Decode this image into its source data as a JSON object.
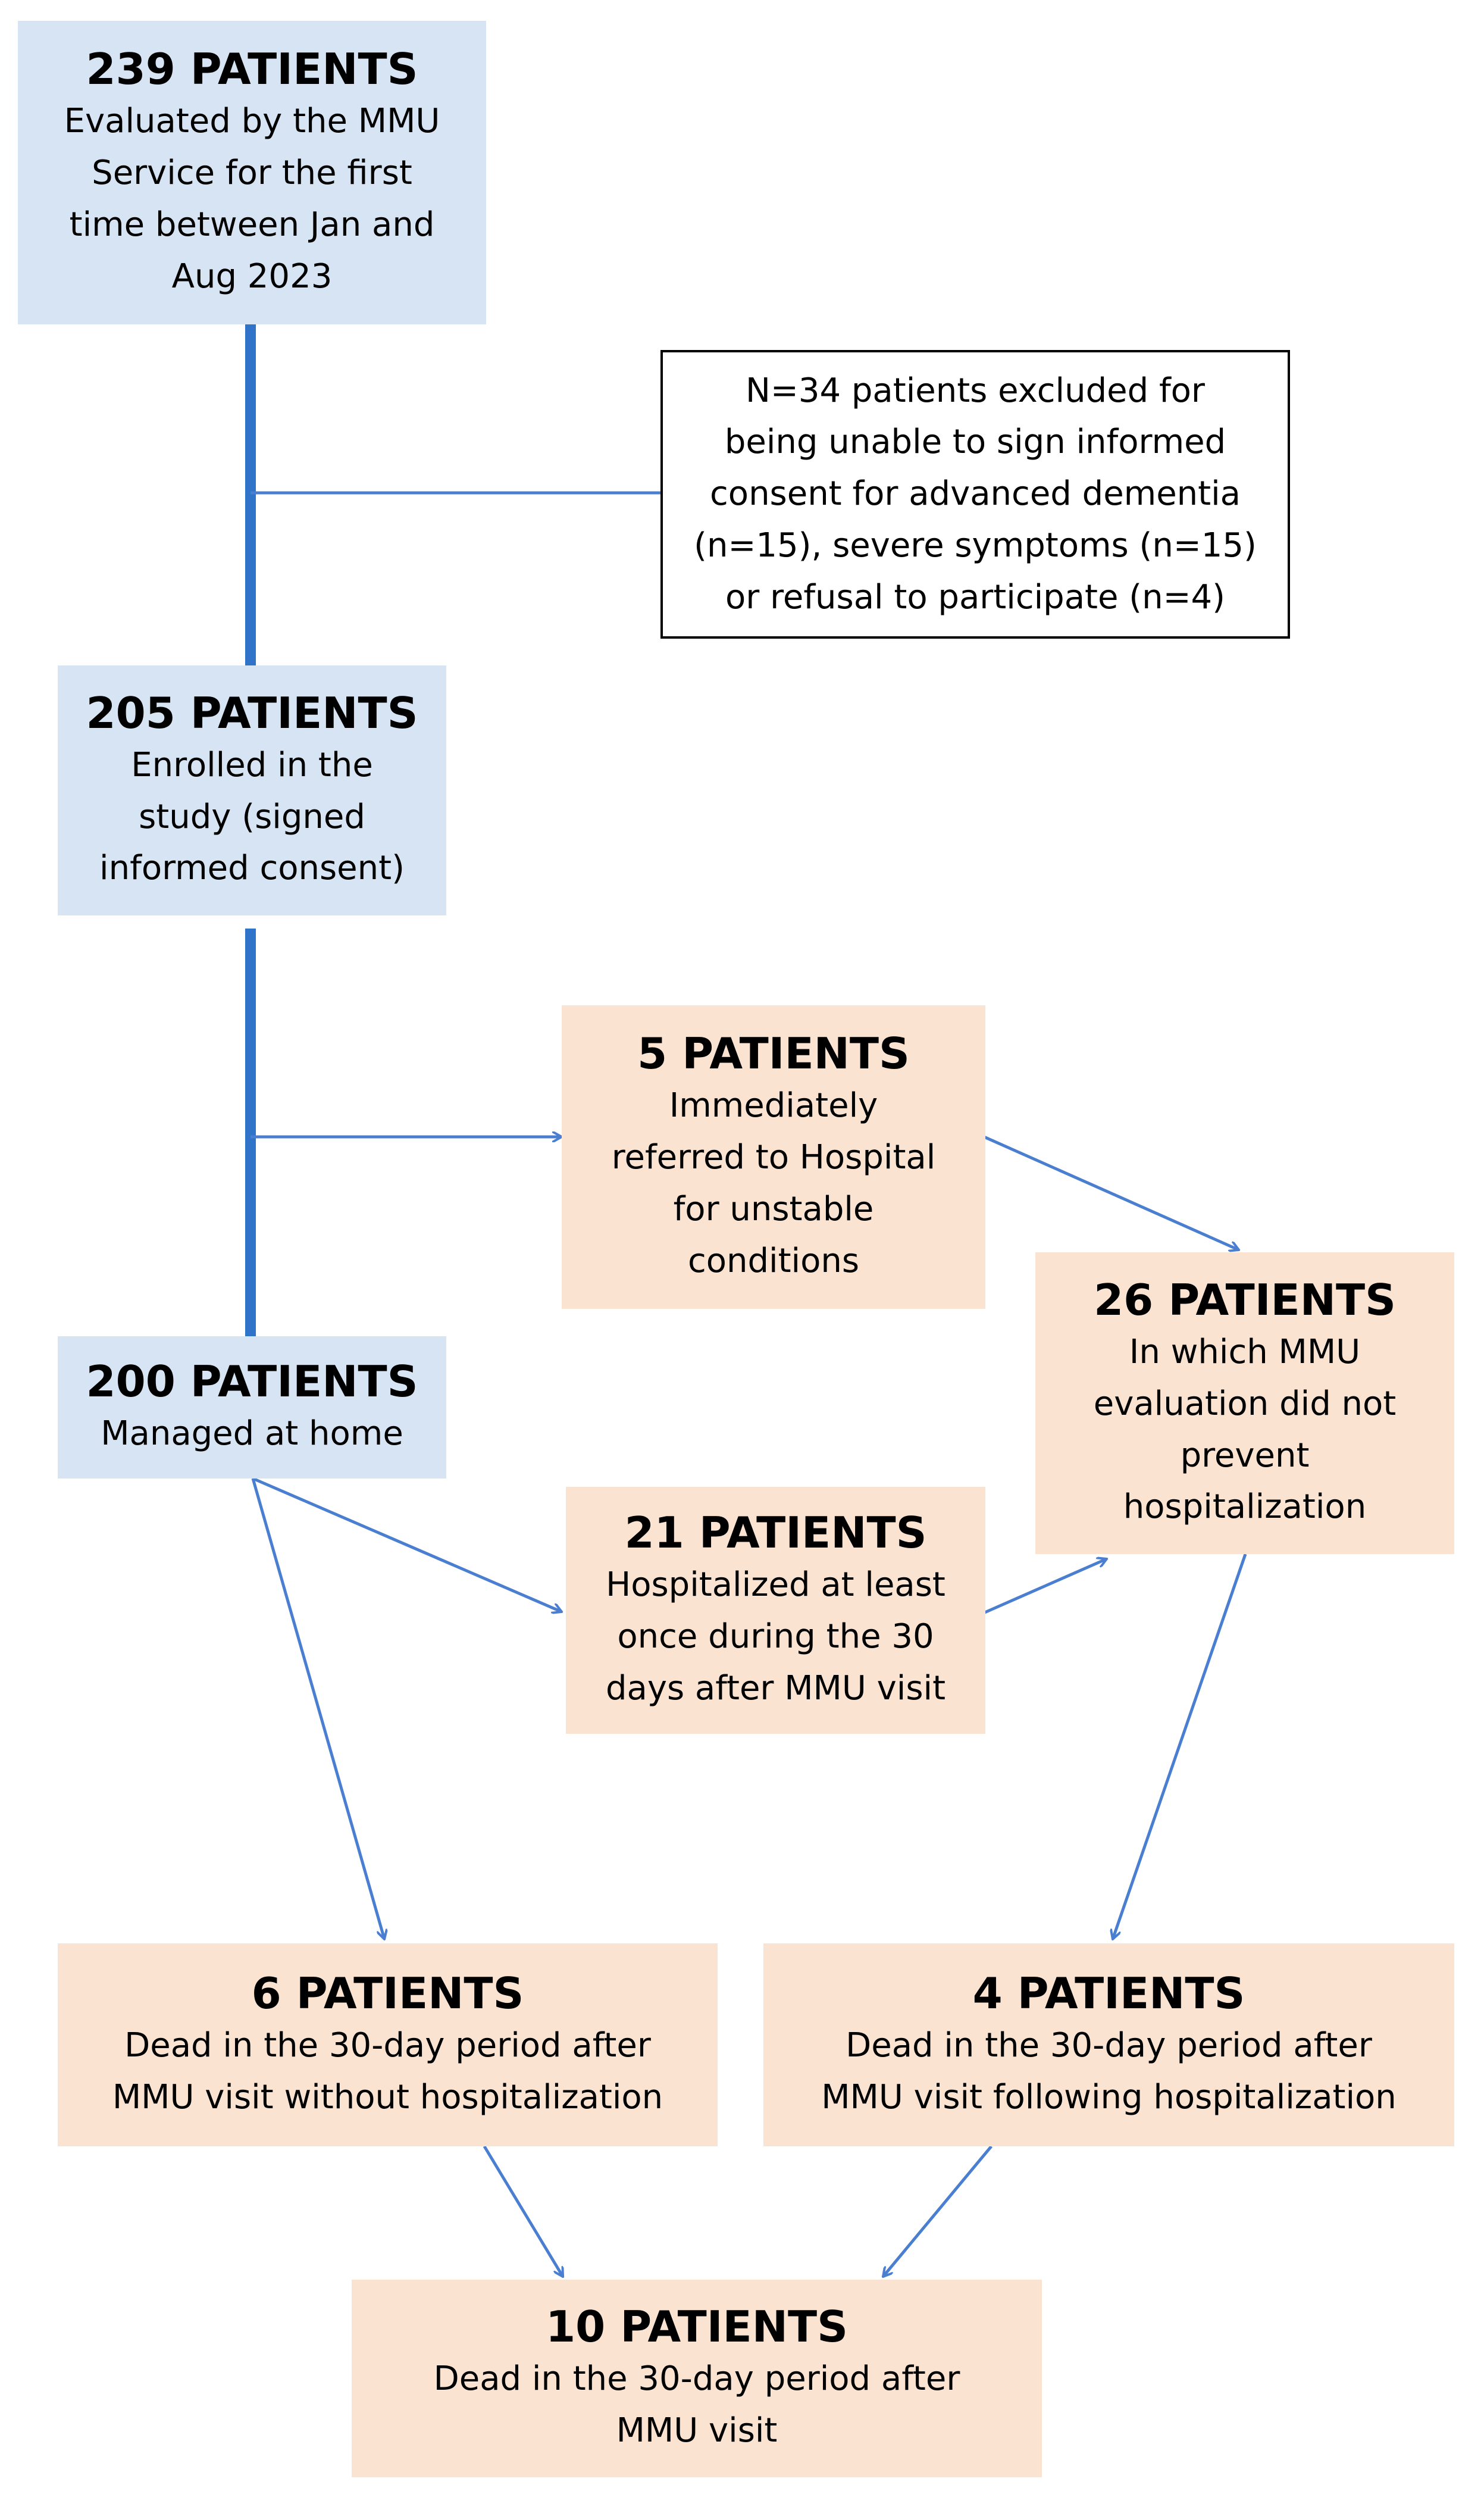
{
  "nodes": {
    "n239": {
      "title": "239 PATIENTS",
      "text": "Evaluated by the MMU\nService for the first\ntime between Jan and\nAug 2023"
    },
    "excluded": {
      "text": "N=34 patients excluded for\nbeing unable to sign informed\nconsent for advanced dementia\n(n=15), severe symptoms (n=15)\nor refusal to participate (n=4)"
    },
    "n205": {
      "title": "205 PATIENTS",
      "text": "Enrolled in the\nstudy (signed\ninformed consent)"
    },
    "n5": {
      "title": "5 PATIENTS",
      "text": "Immediately\nreferred to Hospital\nfor unstable\nconditions"
    },
    "n26": {
      "title": "26 PATIENTS",
      "text": "In which MMU\nevaluation did not\nprevent\nhospitalization"
    },
    "n200": {
      "title": "200 PATIENTS",
      "text": "Managed at home"
    },
    "n21": {
      "title": "21 PATIENTS",
      "text": "Hospitalized at least\nonce during the 30\ndays after MMU visit"
    },
    "n6": {
      "title": "6 PATIENTS",
      "text": "Dead in the 30-day period after\nMMU visit without hospitalization"
    },
    "n4": {
      "title": "4 PATIENTS",
      "text": "Dead in the 30-day period after\nMMU visit following hospitalization"
    },
    "n10": {
      "title": "10 PATIENTS",
      "text": "Dead in the 30-day period after\nMMU visit"
    }
  },
  "colors": {
    "blue_box": "#d6e4f4",
    "peach_box": "#fbe3d2",
    "main_line": "#2f74c9",
    "arrow": "#4a7ed0"
  }
}
